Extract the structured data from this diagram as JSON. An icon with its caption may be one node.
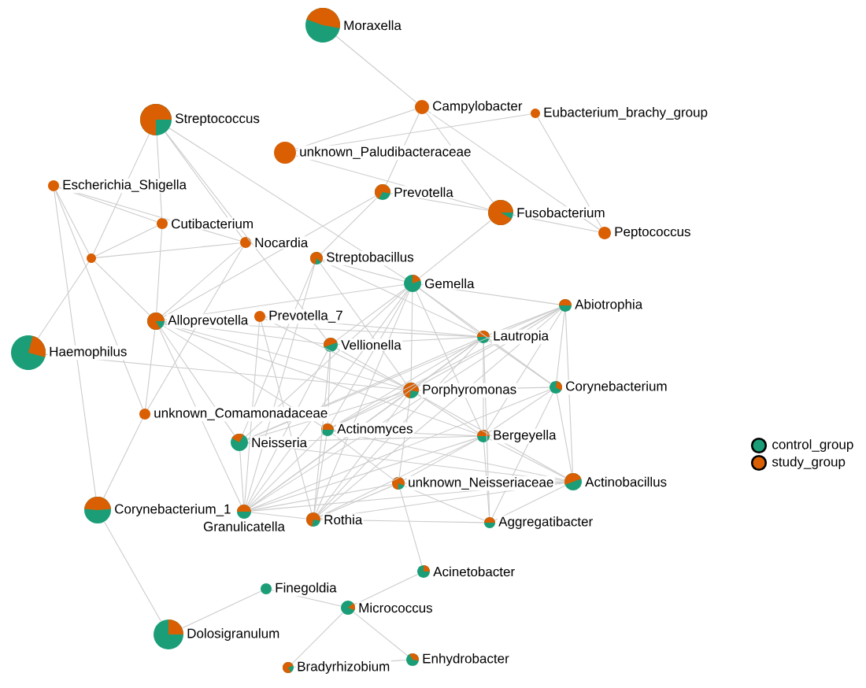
{
  "diagram": {
    "nodes": [
      {
        "text": [],
        "shape": "circle",
        "beside": [
          "Moraxella"
        ]
      },
      {
        "text": [],
        "shape": "circle",
        "beside": [
          "Campylobacter"
        ]
      },
      {
        "text": [],
        "shape": "circle",
        "beside": [
          "Eubacterium_brachy_group"
        ]
      },
      {
        "text": [],
        "shape": "circle",
        "beside": [
          "Streptococcus"
        ]
      },
      {
        "text": [],
        "shape": "circle",
        "beside": [
          "unknown_Paludibacteraceae"
        ]
      },
      {
        "text": [],
        "shape": "circle",
        "beside": [
          "Escherichia_Shigella"
        ]
      },
      {
        "text": [],
        "shape": "circle",
        "beside": [
          "Prevotella"
        ]
      },
      {
        "text": [],
        "shape": "circle",
        "beside": [
          "Fusobacterium"
        ]
      },
      {
        "text": [],
        "shape": "circle",
        "beside": [
          "Cutibacterium"
        ]
      },
      {
        "text": [],
        "shape": "circle",
        "beside": [
          "Peptococcus"
        ]
      },
      {
        "text": [],
        "shape": "circle",
        "beside": [
          "Nocardia"
        ]
      },
      {
        "text": [],
        "shape": "circle"
      },
      {
        "text": [],
        "shape": "circle",
        "beside": [
          "Streptobacillus"
        ]
      },
      {
        "text": [],
        "shape": "circle",
        "beside": [
          "Gemella"
        ]
      },
      {
        "text": [],
        "shape": "circle",
        "beside": [
          "Abiotrophia"
        ]
      },
      {
        "text": [],
        "shape": "circle",
        "beside": [
          "Alloprevotella"
        ]
      },
      {
        "text": [],
        "shape": "circle",
        "beside": [
          "Prevotella_7"
        ]
      },
      {
        "text": [],
        "shape": "circle",
        "beside": [
          "Vellionella"
        ]
      },
      {
        "text": [],
        "shape": "circle",
        "beside": [
          "Lautropia"
        ]
      },
      {
        "text": [],
        "shape": "circle",
        "beside": [
          "Haemophilus"
        ]
      },
      {
        "text": [],
        "shape": "circle",
        "beside": [
          "Porphyromonas"
        ]
      },
      {
        "text": [],
        "shape": "circle",
        "beside": [
          "Corynebacterium"
        ]
      },
      {
        "text": [],
        "shape": "circle",
        "beside": [
          "unknown_Comamonadaceae"
        ]
      },
      {
        "text": [],
        "shape": "circle",
        "beside": [
          "Neisseria"
        ]
      },
      {
        "text": [],
        "shape": "circle",
        "beside": [
          "Actinomyces"
        ]
      },
      {
        "text": [],
        "shape": "circle",
        "beside": [
          "Bergeyella"
        ]
      },
      {
        "text": [],
        "shape": "circle",
        "beside": [
          "unknown_Neisseriaceae"
        ]
      },
      {
        "text": [],
        "shape": "circle",
        "beside": [
          "Actinobacillus"
        ]
      },
      {
        "text": [],
        "shape": "circle",
        "beside": [
          "Corynebacterium_1"
        ]
      },
      {
        "text": [],
        "shape": "circle",
        "beside": [
          "Granulicatella"
        ]
      },
      {
        "text": [],
        "shape": "circle",
        "beside": [
          "Rothia"
        ]
      },
      {
        "text": [],
        "shape": "circle",
        "beside": [
          "Aggregatibacter"
        ]
      },
      {
        "text": [],
        "shape": "circle",
        "beside": [
          "Acinetobacter"
        ]
      },
      {
        "text": [],
        "shape": "circle",
        "beside": [
          "Finegoldia"
        ]
      },
      {
        "text": [],
        "shape": "circle",
        "beside": [
          "Micrococcus"
        ]
      },
      {
        "text": [],
        "shape": "circle",
        "beside": [
          "Dolosigranulum"
        ]
      },
      {
        "text": [],
        "shape": "circle",
        "beside": [
          "Bradyrhizobium"
        ]
      },
      {
        "text": [],
        "shape": "circle",
        "beside": [
          "Enhydrobacter"
        ]
      }
    ],
    "edges": [
      {
        "from": 0,
        "to": 1,
        "arrow": "none"
      },
      {
        "from": 1,
        "to": 4,
        "arrow": "none"
      },
      {
        "from": 1,
        "to": 6,
        "arrow": "none"
      },
      {
        "from": 1,
        "to": 7,
        "arrow": "none"
      },
      {
        "from": 1,
        "to": 9,
        "arrow": "none"
      },
      {
        "from": 4,
        "to": 2,
        "arrow": "none"
      },
      {
        "from": 4,
        "to": 7,
        "arrow": "none"
      },
      {
        "from": 2,
        "to": 9,
        "arrow": "none"
      },
      {
        "from": 6,
        "to": 7,
        "arrow": "none"
      },
      {
        "from": 7,
        "to": 9,
        "arrow": "none"
      },
      {
        "from": 6,
        "to": 15,
        "arrow": "none"
      },
      {
        "from": 6,
        "to": 12,
        "arrow": "none"
      },
      {
        "from": 7,
        "to": 13,
        "arrow": "none"
      },
      {
        "from": 3,
        "to": 11,
        "arrow": "none"
      },
      {
        "from": 3,
        "to": 8,
        "arrow": "none"
      },
      {
        "from": 3,
        "to": 10,
        "arrow": "none"
      },
      {
        "from": 3,
        "to": 17,
        "arrow": "none"
      },
      {
        "from": 3,
        "to": 13,
        "arrow": "none"
      },
      {
        "from": 5,
        "to": 8,
        "arrow": "none"
      },
      {
        "from": 5,
        "to": 10,
        "arrow": "none"
      },
      {
        "from": 5,
        "to": 11,
        "arrow": "none"
      },
      {
        "from": 5,
        "to": 22,
        "arrow": "none"
      },
      {
        "from": 5,
        "to": 28,
        "arrow": "none"
      },
      {
        "from": 11,
        "to": 8,
        "arrow": "none"
      },
      {
        "from": 11,
        "to": 10,
        "arrow": "none"
      },
      {
        "from": 11,
        "to": 15,
        "arrow": "none"
      },
      {
        "from": 11,
        "to": 19,
        "arrow": "none"
      },
      {
        "from": 8,
        "to": 15,
        "arrow": "none"
      },
      {
        "from": 10,
        "to": 15,
        "arrow": "none"
      },
      {
        "from": 10,
        "to": 22,
        "arrow": "none"
      },
      {
        "from": 19,
        "to": 20,
        "arrow": "none"
      },
      {
        "from": 15,
        "to": 22,
        "arrow": "none"
      },
      {
        "from": 15,
        "to": 13,
        "arrow": "none"
      },
      {
        "from": 15,
        "to": 18,
        "arrow": "none"
      },
      {
        "from": 15,
        "to": 20,
        "arrow": "none"
      },
      {
        "from": 15,
        "to": 17,
        "arrow": "none"
      },
      {
        "from": 15,
        "to": 24,
        "arrow": "none"
      },
      {
        "from": 15,
        "to": 25,
        "arrow": "none"
      },
      {
        "from": 28,
        "to": 22,
        "arrow": "none"
      },
      {
        "from": 28,
        "to": 35,
        "arrow": "none"
      },
      {
        "from": 35,
        "to": 33,
        "arrow": "none"
      },
      {
        "from": 33,
        "to": 34,
        "arrow": "none"
      },
      {
        "from": 34,
        "to": 36,
        "arrow": "none"
      },
      {
        "from": 34,
        "to": 37,
        "arrow": "none"
      },
      {
        "from": 34,
        "to": 32,
        "arrow": "none"
      },
      {
        "from": 36,
        "to": 37,
        "arrow": "none"
      },
      {
        "from": 32,
        "to": 26,
        "arrow": "none"
      },
      {
        "from": 29,
        "to": 15,
        "arrow": "none"
      },
      {
        "from": 29,
        "to": 16,
        "arrow": "none"
      },
      {
        "from": 29,
        "to": 17,
        "arrow": "none"
      },
      {
        "from": 29,
        "to": 18,
        "arrow": "none"
      },
      {
        "from": 29,
        "to": 20,
        "arrow": "none"
      },
      {
        "from": 29,
        "to": 21,
        "arrow": "none"
      },
      {
        "from": 29,
        "to": 23,
        "arrow": "none"
      },
      {
        "from": 29,
        "to": 24,
        "arrow": "none"
      },
      {
        "from": 29,
        "to": 25,
        "arrow": "none"
      },
      {
        "from": 29,
        "to": 13,
        "arrow": "none"
      },
      {
        "from": 29,
        "to": 14,
        "arrow": "none"
      },
      {
        "from": 29,
        "to": 26,
        "arrow": "none"
      },
      {
        "from": 29,
        "to": 27,
        "arrow": "none"
      },
      {
        "from": 29,
        "to": 30,
        "arrow": "none"
      },
      {
        "from": 29,
        "to": 12,
        "arrow": "none"
      },
      {
        "from": 30,
        "to": 13,
        "arrow": "none"
      },
      {
        "from": 30,
        "to": 18,
        "arrow": "none"
      },
      {
        "from": 30,
        "to": 20,
        "arrow": "none"
      },
      {
        "from": 30,
        "to": 17,
        "arrow": "none"
      },
      {
        "from": 30,
        "to": 24,
        "arrow": "none"
      },
      {
        "from": 30,
        "to": 25,
        "arrow": "none"
      },
      {
        "from": 30,
        "to": 27,
        "arrow": "none"
      },
      {
        "from": 30,
        "to": 31,
        "arrow": "none"
      },
      {
        "from": 30,
        "to": 14,
        "arrow": "none"
      },
      {
        "from": 30,
        "to": 16,
        "arrow": "none"
      },
      {
        "from": 30,
        "to": 26,
        "arrow": "none"
      },
      {
        "from": 23,
        "to": 15,
        "arrow": "none"
      },
      {
        "from": 23,
        "to": 13,
        "arrow": "none"
      },
      {
        "from": 23,
        "to": 18,
        "arrow": "none"
      },
      {
        "from": 23,
        "to": 20,
        "arrow": "none"
      },
      {
        "from": 23,
        "to": 25,
        "arrow": "none"
      },
      {
        "from": 23,
        "to": 27,
        "arrow": "none"
      },
      {
        "from": 23,
        "to": 14,
        "arrow": "none"
      },
      {
        "from": 12,
        "to": 13,
        "arrow": "none"
      },
      {
        "from": 12,
        "to": 18,
        "arrow": "none"
      },
      {
        "from": 12,
        "to": 20,
        "arrow": "none"
      },
      {
        "from": 12,
        "to": 23,
        "arrow": "none"
      },
      {
        "from": 13,
        "to": 14,
        "arrow": "none"
      },
      {
        "from": 13,
        "to": 18,
        "arrow": "none"
      },
      {
        "from": 13,
        "to": 20,
        "arrow": "none"
      },
      {
        "from": 13,
        "to": 25,
        "arrow": "none"
      },
      {
        "from": 13,
        "to": 21,
        "arrow": "none"
      },
      {
        "from": 13,
        "to": 24,
        "arrow": "none"
      },
      {
        "from": 13,
        "to": 17,
        "arrow": "none"
      },
      {
        "from": 18,
        "to": 14,
        "arrow": "none"
      },
      {
        "from": 18,
        "to": 21,
        "arrow": "none"
      },
      {
        "from": 18,
        "to": 25,
        "arrow": "none"
      },
      {
        "from": 18,
        "to": 31,
        "arrow": "none"
      },
      {
        "from": 18,
        "to": 20,
        "arrow": "none"
      },
      {
        "from": 18,
        "to": 24,
        "arrow": "none"
      },
      {
        "from": 18,
        "to": 17,
        "arrow": "none"
      },
      {
        "from": 18,
        "to": 16,
        "arrow": "none"
      },
      {
        "from": 14,
        "to": 21,
        "arrow": "none"
      },
      {
        "from": 14,
        "to": 27,
        "arrow": "none"
      },
      {
        "from": 14,
        "to": 25,
        "arrow": "none"
      },
      {
        "from": 14,
        "to": 20,
        "arrow": "none"
      },
      {
        "from": 14,
        "to": 24,
        "arrow": "none"
      },
      {
        "from": 21,
        "to": 27,
        "arrow": "none"
      },
      {
        "from": 21,
        "to": 31,
        "arrow": "none"
      },
      {
        "from": 21,
        "to": 25,
        "arrow": "none"
      },
      {
        "from": 21,
        "to": 20,
        "arrow": "none"
      },
      {
        "from": 25,
        "to": 27,
        "arrow": "none"
      },
      {
        "from": 25,
        "to": 31,
        "arrow": "none"
      },
      {
        "from": 25,
        "to": 20,
        "arrow": "none"
      },
      {
        "from": 25,
        "to": 24,
        "arrow": "none"
      },
      {
        "from": 25,
        "to": 26,
        "arrow": "none"
      },
      {
        "from": 27,
        "to": 31,
        "arrow": "none"
      },
      {
        "from": 27,
        "to": 26,
        "arrow": "none"
      },
      {
        "from": 27,
        "to": 20,
        "arrow": "none"
      },
      {
        "from": 27,
        "to": 24,
        "arrow": "none"
      },
      {
        "from": 26,
        "to": 24,
        "arrow": "none"
      },
      {
        "from": 26,
        "to": 20,
        "arrow": "none"
      },
      {
        "from": 26,
        "to": 31,
        "arrow": "none"
      },
      {
        "from": 17,
        "to": 20,
        "arrow": "none"
      },
      {
        "from": 17,
        "to": 24,
        "arrow": "none"
      },
      {
        "from": 16,
        "to": 20,
        "arrow": "none"
      },
      {
        "from": 20,
        "to": 24,
        "arrow": "none"
      }
    ],
    "legend": [
      {
        "text": "control_group",
        "color": "#1b9e77"
      },
      {
        "text": "study_group",
        "color": "#d95f02"
      }
    ]
  }
}
